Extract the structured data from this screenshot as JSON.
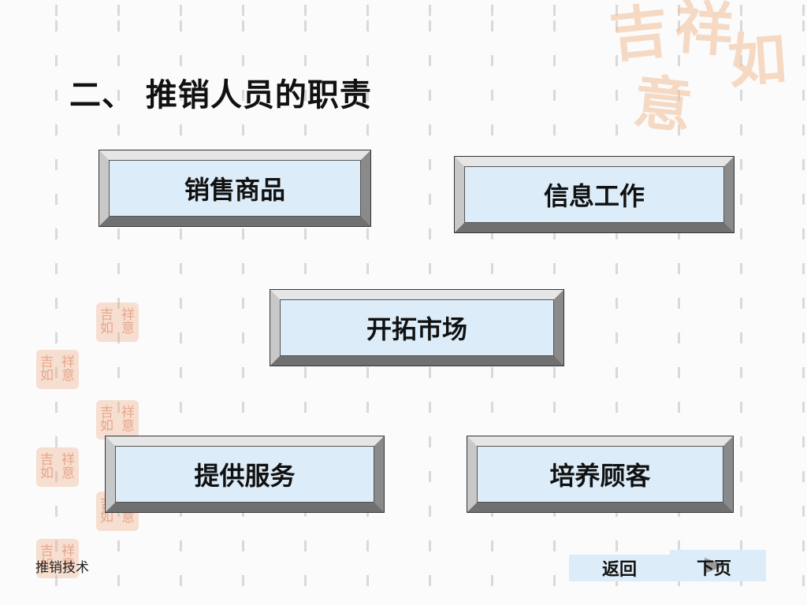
{
  "slide": {
    "title": "二、 推销人员的职责",
    "boxes": [
      {
        "label": "销售商品"
      },
      {
        "label": "信息工作"
      },
      {
        "label": "开拓市场"
      },
      {
        "label": "提供服务"
      },
      {
        "label": "培养顾客"
      }
    ]
  },
  "footer": {
    "course_name": "推销技术",
    "back_label": "返回",
    "next_label": "下页"
  },
  "decor": {
    "seal_text": [
      "吉",
      "祥",
      "如",
      "意"
    ],
    "seal_color": "#f0be96",
    "box_face_color": "#dcecf8",
    "pattern_color": "#d9d9d9"
  }
}
